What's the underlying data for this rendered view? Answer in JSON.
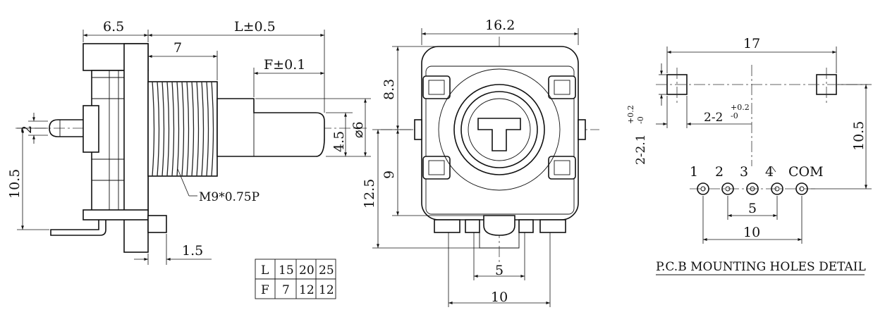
{
  "side_view": {
    "dim_body_depth": "6.5",
    "dim_shaft_length": "L±0.5",
    "dim_thread_length": "7",
    "dim_flat_length": "F±0.1",
    "dim_flat_width": "4.5",
    "dim_shaft_dia": "⌀6",
    "dim_pin": "2",
    "dim_height": "10.5",
    "dim_tab": "1.5",
    "thread_label": "M9*0.75P"
  },
  "table": {
    "rows": [
      [
        "L",
        "15",
        "20",
        "25"
      ],
      [
        "F",
        "7",
        "12",
        "12"
      ]
    ]
  },
  "front_view": {
    "dim_width": "16.2",
    "dim_top": "8.3",
    "dim_mid": "9",
    "dim_total": "12.5",
    "dim_pin_pitch": "5",
    "dim_pin_span": "10"
  },
  "pcb_detail": {
    "dim_mount_span": "17",
    "dim_mount_height": "10.5",
    "mount_hole_v": "2-2.1",
    "mount_hole_v_tol_top": "+0.2",
    "mount_hole_v_tol_bot": "-0",
    "mount_hole_h": "2-2",
    "mount_hole_h_tol_top": "+0.2",
    "mount_hole_h_tol_bot": "-0",
    "pins": [
      "1",
      "2",
      "3",
      "4",
      "COM"
    ],
    "dim_pitch": "5",
    "dim_span": "10",
    "title": "P.C.B MOUNTING HOLES DETAIL"
  }
}
